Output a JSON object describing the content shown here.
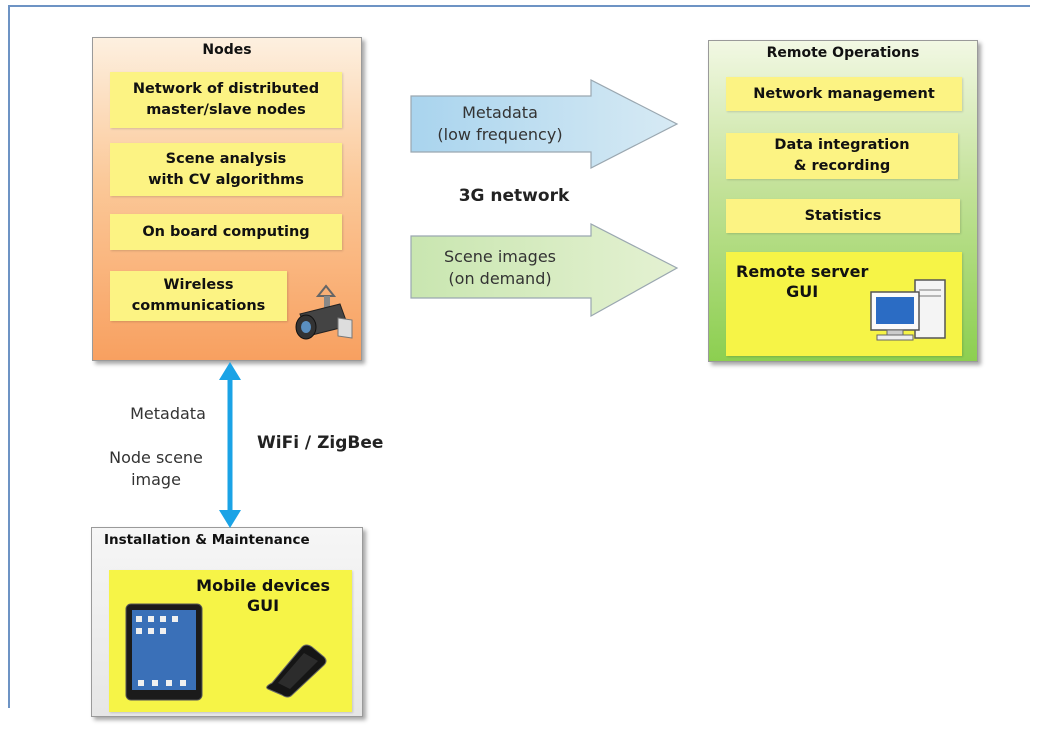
{
  "nodes": {
    "title": "Nodes",
    "items": [
      "Network of distributed\nmaster/slave nodes",
      "Scene analysis\nwith CV algorithms",
      "On board computing",
      "Wireless\ncommunications"
    ]
  },
  "remote": {
    "title": "Remote Operations",
    "items": [
      "Network management",
      "Data integration\n& recording",
      "Statistics",
      "Remote server\nGUI"
    ]
  },
  "install": {
    "title": "Installation & Maintenance",
    "item": "Mobile devices\nGUI"
  },
  "arrows": {
    "metadata": "Metadata\n(low frequency)",
    "images": "Scene images\n(on demand)",
    "network": "3G network"
  },
  "link": {
    "label_metadata": "Metadata",
    "label_image": "Node scene\nimage",
    "protocol": "WiFi / ZigBee"
  },
  "colors": {
    "arrow_blue": "#a9d4ee",
    "arrow_green": "#c9e6b0",
    "link_blue": "#1aa3e6"
  }
}
